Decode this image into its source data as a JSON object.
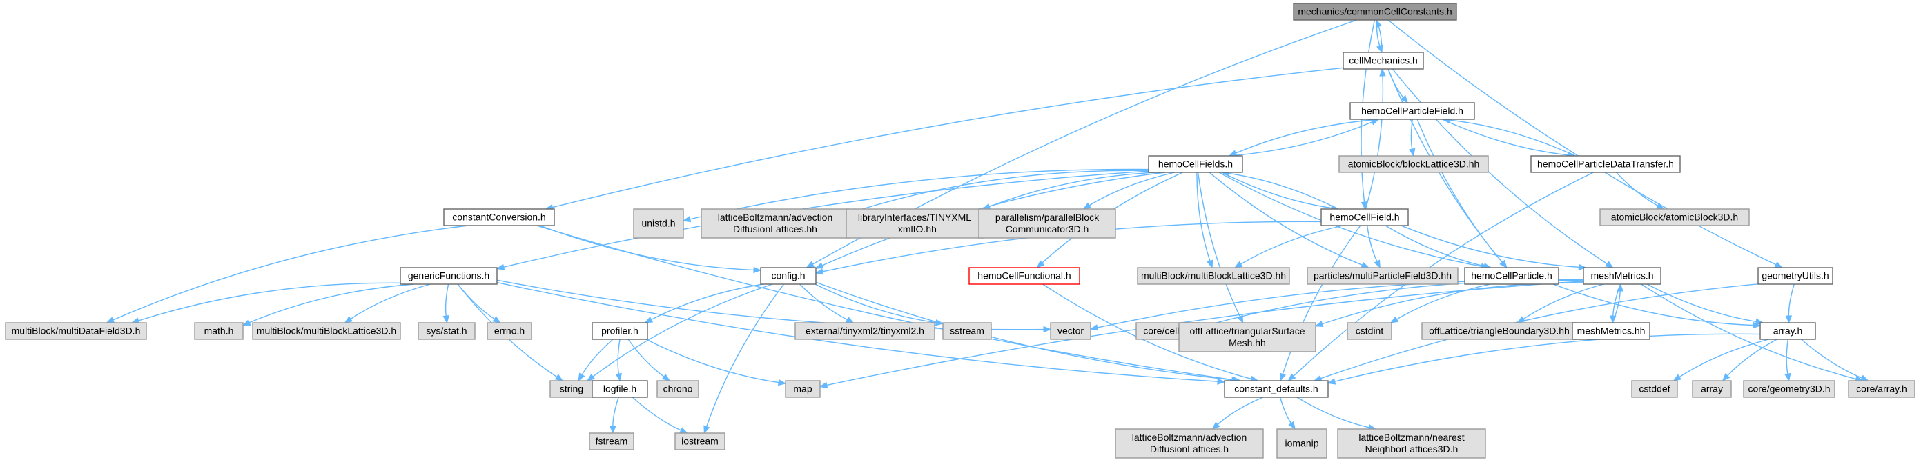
{
  "graph": {
    "nodes": [
      {
        "id": "root",
        "kind": "root",
        "lines": [
          "mechanics/commonCellConstants.h"
        ]
      },
      {
        "id": "cellMechanics",
        "kind": "local",
        "lines": [
          "cellMechanics.h"
        ]
      },
      {
        "id": "geometryUtils",
        "kind": "local",
        "lines": [
          "geometryUtils.h"
        ]
      },
      {
        "id": "hemoCellParticleField",
        "kind": "local",
        "lines": [
          "hemoCellParticleField.h"
        ]
      },
      {
        "id": "constantConversion",
        "kind": "local",
        "lines": [
          "constantConversion.h"
        ]
      },
      {
        "id": "hemoCellFields",
        "kind": "local",
        "lines": [
          "hemoCellFields.h"
        ]
      },
      {
        "id": "blockLattice3D",
        "kind": "sys",
        "lines": [
          "atomicBlock/blockLattice3D.hh"
        ]
      },
      {
        "id": "hcpDataTransfer",
        "kind": "local",
        "lines": [
          "hemoCellParticleDataTransfer.h"
        ]
      },
      {
        "id": "atomicBlock3D",
        "kind": "sys",
        "lines": [
          "atomicBlock/atomicBlock3D.h"
        ]
      },
      {
        "id": "unistd",
        "kind": "sys",
        "lines": [
          "unistd.h"
        ]
      },
      {
        "id": "lbAdvection1",
        "kind": "sys",
        "lines": [
          "latticeBoltzmann/advection",
          "DiffusionLattices.hh"
        ]
      },
      {
        "id": "tinyxml",
        "kind": "sys",
        "lines": [
          "libraryInterfaces/TINYXML",
          "_xmlIO.hh"
        ]
      },
      {
        "id": "parallelBlock",
        "kind": "sys",
        "lines": [
          "parallelism/parallelBlock",
          "Communicator3D.h"
        ]
      },
      {
        "id": "hemoCellField",
        "kind": "local",
        "lines": [
          "hemoCellField.h"
        ]
      },
      {
        "id": "genericFunctions",
        "kind": "local",
        "lines": [
          "genericFunctions.h"
        ]
      },
      {
        "id": "config",
        "kind": "local",
        "lines": [
          "config.h"
        ]
      },
      {
        "id": "hemoCellFunctional",
        "kind": "trunc",
        "lines": [
          "hemoCellFunctional.h"
        ]
      },
      {
        "id": "mbLattice3Dhh",
        "kind": "sys",
        "lines": [
          "multiBlock/multiBlockLattice3D.hh"
        ]
      },
      {
        "id": "multiParticleField",
        "kind": "sys",
        "lines": [
          "particles/multiParticleField3D.hh"
        ]
      },
      {
        "id": "hemoCellParticle",
        "kind": "local",
        "lines": [
          "hemoCellParticle.h"
        ]
      },
      {
        "id": "meshMetrics",
        "kind": "local",
        "lines": [
          "meshMetrics.h"
        ]
      },
      {
        "id": "multiDataField",
        "kind": "sys",
        "lines": [
          "multiBlock/multiDataField3D.h"
        ]
      },
      {
        "id": "math",
        "kind": "sys",
        "lines": [
          "math.h"
        ]
      },
      {
        "id": "mbLattice3Dh",
        "kind": "sys",
        "lines": [
          "multiBlock/multiBlockLattice3D.h"
        ]
      },
      {
        "id": "sysstat",
        "kind": "sys",
        "lines": [
          "sys/stat.h"
        ]
      },
      {
        "id": "errno",
        "kind": "sys",
        "lines": [
          "errno.h"
        ]
      },
      {
        "id": "vector",
        "kind": "sys",
        "lines": [
          "vector"
        ]
      },
      {
        "id": "ext_tinyxml2",
        "kind": "sys",
        "lines": [
          "external/tinyxml2/tinyxml2.h"
        ]
      },
      {
        "id": "sstream",
        "kind": "sys",
        "lines": [
          "sstream"
        ]
      },
      {
        "id": "corecell",
        "kind": "sys",
        "lines": [
          "core/cell.hh"
        ]
      },
      {
        "id": "triSurfMesh",
        "kind": "sys",
        "lines": [
          "offLattice/triangularSurface",
          "Mesh.hh"
        ]
      },
      {
        "id": "cstdint",
        "kind": "sys",
        "lines": [
          "cstdint"
        ]
      },
      {
        "id": "triBoundary",
        "kind": "sys",
        "lines": [
          "offLattice/triangleBoundary3D.hh"
        ]
      },
      {
        "id": "meshMetricsHH",
        "kind": "local",
        "lines": [
          "meshMetrics.hh"
        ]
      },
      {
        "id": "arrayh",
        "kind": "local",
        "lines": [
          "array.h"
        ]
      },
      {
        "id": "profiler",
        "kind": "local",
        "lines": [
          "profiler.h"
        ]
      },
      {
        "id": "string",
        "kind": "sys",
        "lines": [
          "string"
        ]
      },
      {
        "id": "chrono",
        "kind": "sys",
        "lines": [
          "chrono"
        ]
      },
      {
        "id": "map",
        "kind": "sys",
        "lines": [
          "map"
        ]
      },
      {
        "id": "constDefaults",
        "kind": "local",
        "lines": [
          "constant_defaults.h"
        ]
      },
      {
        "id": "cstddef",
        "kind": "sys",
        "lines": [
          "cstddef"
        ]
      },
      {
        "id": "array",
        "kind": "sys",
        "lines": [
          "array"
        ]
      },
      {
        "id": "coreGeometry",
        "kind": "sys",
        "lines": [
          "core/geometry3D.h"
        ]
      },
      {
        "id": "coreArray",
        "kind": "sys",
        "lines": [
          "core/array.h"
        ]
      },
      {
        "id": "logfile",
        "kind": "local",
        "lines": [
          "logfile.h"
        ]
      },
      {
        "id": "fstream",
        "kind": "sys",
        "lines": [
          "fstream"
        ]
      },
      {
        "id": "iostream",
        "kind": "sys",
        "lines": [
          "iostream"
        ]
      },
      {
        "id": "lbAdvection2",
        "kind": "sys",
        "lines": [
          "latticeBoltzmann/advection",
          "DiffusionLattices.h"
        ]
      },
      {
        "id": "iomanip",
        "kind": "sys",
        "lines": [
          "iomanip"
        ]
      },
      {
        "id": "lbNearest",
        "kind": "sys",
        "lines": [
          "latticeBoltzmann/nearest",
          "NeighborLattices3D.h"
        ]
      }
    ],
    "edges": [
      [
        "root",
        "cellMechanics"
      ],
      [
        "root",
        "geometryUtils"
      ],
      [
        "root",
        "hemoCellField"
      ],
      [
        "root",
        "config"
      ],
      [
        "cellMechanics",
        "root"
      ],
      [
        "cellMechanics",
        "hemoCellParticleField"
      ],
      [
        "cellMechanics",
        "constantConversion"
      ],
      [
        "cellMechanics",
        "hemoCellParticle"
      ],
      [
        "cellMechanics",
        "meshMetrics"
      ],
      [
        "geometryUtils",
        "arrayh"
      ],
      [
        "geometryUtils",
        "constDefaults"
      ],
      [
        "hemoCellParticleField",
        "hemoCellFields"
      ],
      [
        "hemoCellParticleField",
        "blockLattice3D"
      ],
      [
        "hemoCellParticleField",
        "hcpDataTransfer"
      ],
      [
        "hemoCellParticleField",
        "hemoCellParticle"
      ],
      [
        "hcpDataTransfer",
        "hemoCellParticleField"
      ],
      [
        "hcpDataTransfer",
        "atomicBlock3D"
      ],
      [
        "hcpDataTransfer",
        "constDefaults"
      ],
      [
        "hemoCellFields",
        "hemoCellParticleField"
      ],
      [
        "hemoCellFields",
        "unistd"
      ],
      [
        "hemoCellFields",
        "lbAdvection1"
      ],
      [
        "hemoCellFields",
        "tinyxml"
      ],
      [
        "hemoCellFields",
        "parallelBlock"
      ],
      [
        "hemoCellFields",
        "hemoCellField"
      ],
      [
        "hemoCellFields",
        "genericFunctions"
      ],
      [
        "hemoCellFields",
        "config"
      ],
      [
        "hemoCellFields",
        "hemoCellFunctional"
      ],
      [
        "hemoCellFields",
        "mbLattice3Dhh"
      ],
      [
        "hemoCellFields",
        "triSurfMesh"
      ],
      [
        "hemoCellFields",
        "multiParticleField"
      ],
      [
        "hemoCellFields",
        "hemoCellParticle"
      ],
      [
        "hemoCellField",
        "cellMechanics"
      ],
      [
        "hemoCellField",
        "hemoCellFields"
      ],
      [
        "hemoCellField",
        "config"
      ],
      [
        "hemoCellField",
        "mbLattice3Dhh"
      ],
      [
        "hemoCellField",
        "multiParticleField"
      ],
      [
        "hemoCellField",
        "hemoCellParticle"
      ],
      [
        "hemoCellField",
        "meshMetrics"
      ],
      [
        "hemoCellField",
        "constDefaults"
      ],
      [
        "constantConversion",
        "config"
      ],
      [
        "constantConversion",
        "multiDataField"
      ],
      [
        "constantConversion",
        "constDefaults"
      ],
      [
        "genericFunctions",
        "multiDataField"
      ],
      [
        "genericFunctions",
        "math"
      ],
      [
        "genericFunctions",
        "mbLattice3Dh"
      ],
      [
        "genericFunctions",
        "sysstat"
      ],
      [
        "genericFunctions",
        "errno"
      ],
      [
        "genericFunctions",
        "vector"
      ],
      [
        "genericFunctions",
        "string"
      ],
      [
        "genericFunctions",
        "constDefaults"
      ],
      [
        "config",
        "ext_tinyxml2"
      ],
      [
        "config",
        "sstream"
      ],
      [
        "config",
        "profiler"
      ],
      [
        "config",
        "string"
      ],
      [
        "config",
        "iostream"
      ],
      [
        "config",
        "constDefaults"
      ],
      [
        "profiler",
        "string"
      ],
      [
        "profiler",
        "chrono"
      ],
      [
        "profiler",
        "logfile"
      ],
      [
        "profiler",
        "map"
      ],
      [
        "logfile",
        "fstream"
      ],
      [
        "logfile",
        "iostream"
      ],
      [
        "hemoCellFunctional",
        "constDefaults"
      ],
      [
        "hemoCellParticle",
        "cstdint"
      ],
      [
        "hemoCellParticle",
        "arrayh"
      ],
      [
        "meshMetrics",
        "vector"
      ],
      [
        "meshMetrics",
        "corecell"
      ],
      [
        "meshMetrics",
        "triSurfMesh"
      ],
      [
        "meshMetrics",
        "triBoundary"
      ],
      [
        "meshMetrics",
        "meshMetricsHH"
      ],
      [
        "meshMetrics",
        "arrayh"
      ],
      [
        "meshMetrics",
        "map"
      ],
      [
        "meshMetrics",
        "coreArray"
      ],
      [
        "meshMetricsHH",
        "meshMetrics"
      ],
      [
        "arrayh",
        "cstddef"
      ],
      [
        "arrayh",
        "array"
      ],
      [
        "arrayh",
        "coreGeometry"
      ],
      [
        "arrayh",
        "coreArray"
      ],
      [
        "arrayh",
        "constDefaults"
      ],
      [
        "constDefaults",
        "lbAdvection2"
      ],
      [
        "constDefaults",
        "iomanip"
      ],
      [
        "constDefaults",
        "lbNearest"
      ]
    ]
  }
}
